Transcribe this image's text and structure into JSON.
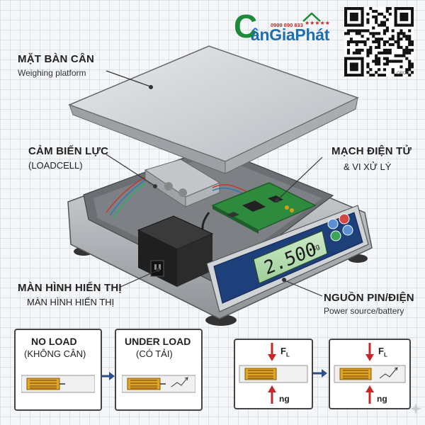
{
  "logo": {
    "letter": "C",
    "name": "ânGiaPhát",
    "phone": "0909 890 833",
    "stars": "★★★★★",
    "qr_tag": "QRCG"
  },
  "labels": {
    "platform_vi": "MẶT BÀN CÂN",
    "platform_en": "Weighing platform",
    "loadcell_vi": "CẢM BIẾN LỰC",
    "loadcell_en": "(LOADCELL)",
    "circuit_vi": "MẠCH ĐIỆN TỬ",
    "circuit_en": "& VI XỬ LÝ",
    "display_vi": "MÀN HÌNH HIỂN THỊ",
    "display_sub": "MÀN HÌNH HIỂN THỊ",
    "power_vi": "NGUỒN PIN/ĐIỆN",
    "power_en": "Power source/battery"
  },
  "display": {
    "reading": "2.500",
    "unit": "kg"
  },
  "panels": {
    "no_load_title": "NO LOAD",
    "no_load_sub": "(KHÔNG CÂN)",
    "under_load_title": "UNDER LOAD",
    "under_load_sub": "(CÓ TẢI)",
    "force_label": "F",
    "force_sub": "L",
    "reaction_label": "ng"
  },
  "colors": {
    "logo_green": "#1d8a3a",
    "logo_blue": "#1d6fb3",
    "pcb_green": "#2e8b3e",
    "lcd_green": "#b8e0b4",
    "panel_blue": "#1d3f7a",
    "arrow_red": "#c62828",
    "arrow_blue": "#2b4f8a"
  }
}
